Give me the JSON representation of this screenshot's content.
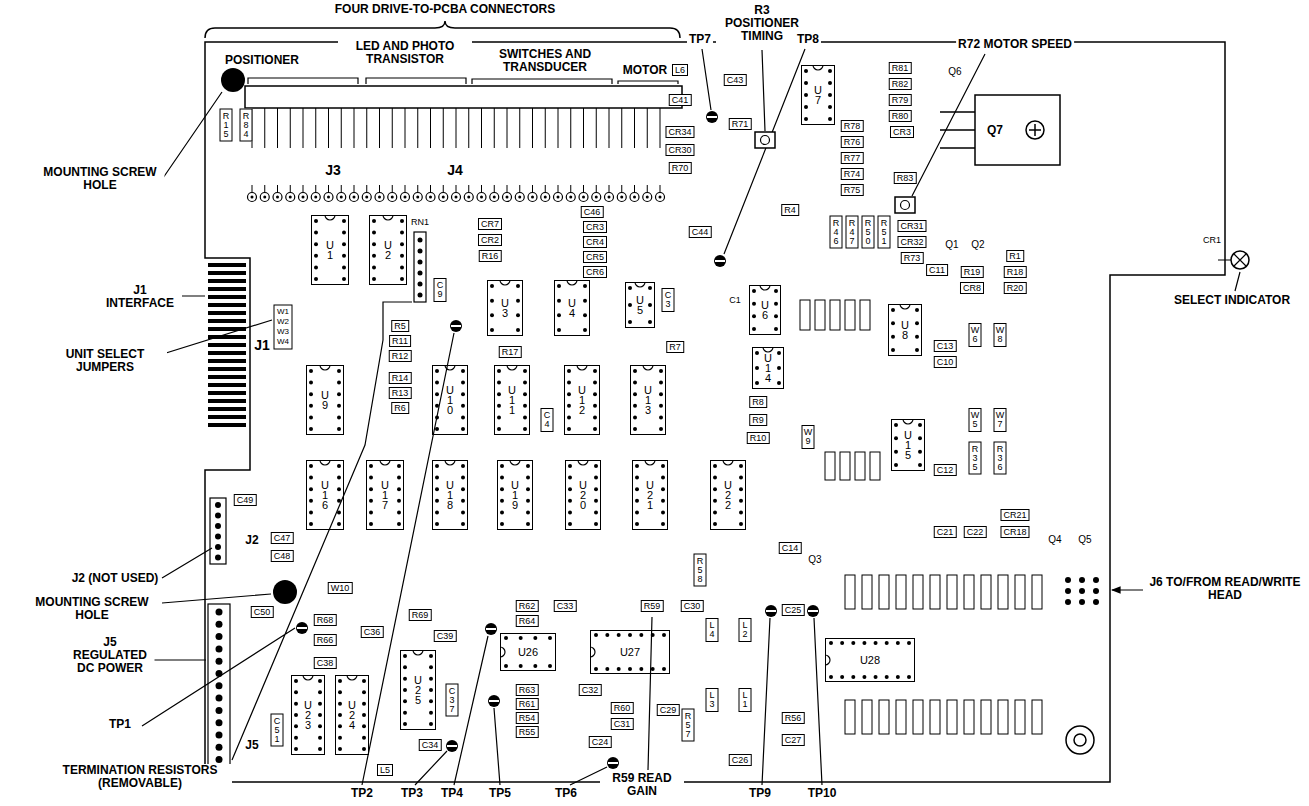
{
  "diagram": {
    "nodes": [
      {
        "text": [
          "U1"
        ]
      },
      {
        "text": [
          "U2"
        ]
      },
      {
        "text": [
          "U3"
        ]
      },
      {
        "text": [
          "U4"
        ]
      },
      {
        "text": [
          "U5"
        ]
      },
      {
        "text": [
          "U6"
        ]
      },
      {
        "text": [
          "U7"
        ]
      },
      {
        "text": [
          "U8"
        ]
      },
      {
        "text": [
          "U9"
        ]
      },
      {
        "text": [
          "U10"
        ]
      },
      {
        "text": [
          "U11"
        ]
      },
      {
        "text": [
          "U12"
        ]
      },
      {
        "text": [
          "U13"
        ]
      },
      {
        "text": [
          "U14"
        ]
      },
      {
        "text": [
          "U15"
        ]
      },
      {
        "text": [
          "U16"
        ]
      },
      {
        "text": [
          "U17"
        ]
      },
      {
        "text": [
          "U18"
        ]
      },
      {
        "text": [
          "U19"
        ]
      },
      {
        "text": [
          "U20"
        ]
      },
      {
        "text": [
          "U21"
        ]
      },
      {
        "text": [
          "U22"
        ]
      },
      {
        "text": [
          "U23"
        ]
      },
      {
        "text": [
          "U24"
        ]
      },
      {
        "text": [
          "U25"
        ]
      },
      {
        "text": [
          "U26"
        ]
      },
      {
        "text": [
          "U27"
        ]
      },
      {
        "text": [
          "U28"
        ]
      }
    ],
    "labels": [
      "FOUR DRIVE-TO-PCBA CONNECTORS",
      "POSITIONER",
      "LED AND PHOTO TRANSISTOR",
      "SWITCHES AND TRANSDUCER",
      "MOTOR",
      "R3 POSITIONER TIMING",
      "TP7",
      "TP8",
      "R72 MOTOR SPEED",
      "MOUNTING SCREW HOLE",
      "J1 INTERFACE",
      "UNIT SELECT JUMPERS",
      "SELECT INDICATOR",
      "J2 (NOT USED)",
      "MOUNTING SCREW HOLE",
      "J5 REGULATED DC POWER",
      "TP1",
      "TERMINATION RESISTORS (REMOVABLE)",
      "TP2",
      "TP3",
      "TP4",
      "TP5",
      "TP6",
      "R59 READ GAIN",
      "TP9",
      "TP10",
      "J6 TO/FROM READ/WRITE HEAD",
      "J3",
      "J4",
      "J1",
      "J2",
      "J5",
      "RN1",
      "R15",
      "R84",
      "CR7",
      "CR2",
      "R16",
      "C46",
      "CR3",
      "CR4",
      "CR5",
      "CR6",
      "C9",
      "R5",
      "R11",
      "R12",
      "R17",
      "R7",
      "R14",
      "R13",
      "R6",
      "C4",
      "R8",
      "R9",
      "R10",
      "W9",
      "L6",
      "C43",
      "C41",
      "R71",
      "CR34",
      "CR30",
      "R70",
      "R81",
      "R82",
      "R79",
      "R80",
      "CR3",
      "R78",
      "R76",
      "R77",
      "R74",
      "R75",
      "Q6",
      "Q7",
      "R83",
      "R4",
      "CR31",
      "CR32",
      "R73",
      "Q1",
      "Q2",
      "R19",
      "CR8",
      "R1",
      "R18",
      "R20",
      "CR1",
      "C11",
      "C13",
      "C10",
      "C12",
      "W6",
      "W8",
      "W5",
      "W7",
      "R35",
      "R36",
      "CR21",
      "CR18",
      "C21",
      "C22",
      "Q3",
      "Q4",
      "Q5",
      "C14",
      "L4",
      "L2",
      "L3",
      "L1",
      "R58",
      "R59",
      "C30",
      "C33",
      "R62",
      "R64",
      "C32",
      "R60",
      "C31",
      "C29",
      "C24",
      "R57",
      "C26",
      "R56",
      "C27",
      "C25",
      "R63",
      "R61",
      "R54",
      "R55",
      "C34",
      "L5",
      "C37",
      "C38",
      "C36",
      "C39",
      "R68",
      "R66",
      "R69",
      "C49",
      "C47",
      "C48",
      "C50",
      "C51",
      "W10",
      "C3",
      "C1",
      "C44",
      "W1",
      "W2",
      "W3",
      "W4",
      "R46",
      "R47",
      "R50",
      "R51"
    ]
  }
}
